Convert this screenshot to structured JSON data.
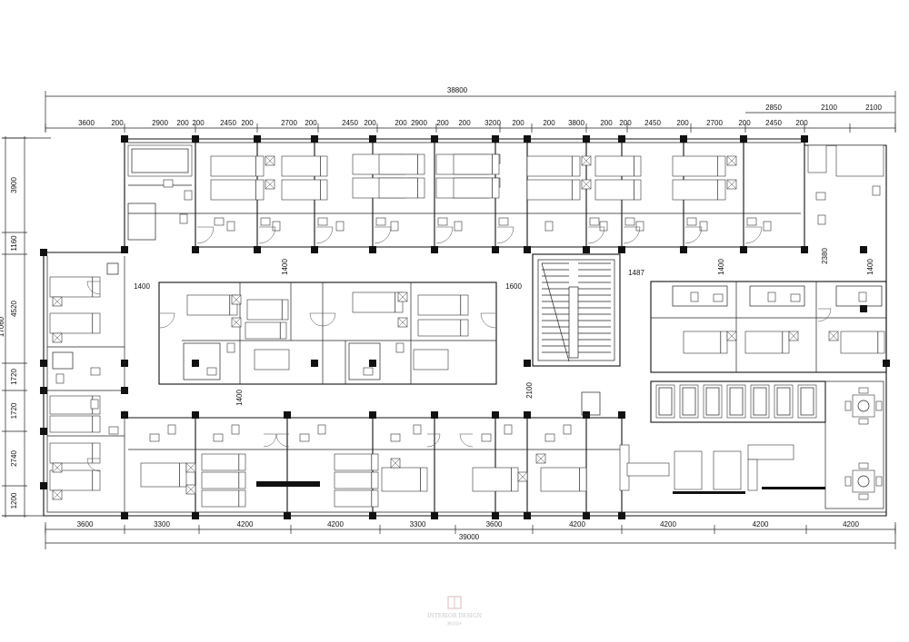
{
  "top_overall": "38800",
  "top_dims_row1": [
    "3600",
    "200",
    "2900",
    "200",
    "200",
    "2450",
    "200",
    "2700",
    "200",
    "2450",
    "200",
    "200",
    "2900",
    "200",
    "200",
    "3200",
    "200",
    "200",
    "3800",
    "200",
    "200",
    "2450",
    "200",
    "2700",
    "200",
    "2450",
    "200"
  ],
  "top_dims_row0": [
    "2850",
    "2100",
    "2100"
  ],
  "bottom_dims": [
    "3600",
    "3300",
    "4200",
    "4200",
    "3300",
    "3600",
    "4200",
    "4200",
    "4200",
    "4200"
  ],
  "bottom_overall": "39000",
  "left_dims": [
    "3900",
    "1160",
    "4520",
    "1720",
    "1720",
    "2740",
    "1200"
  ],
  "left_overall": "17060",
  "interior_dims": {
    "d1400_a": "1400",
    "d1400_b": "1400",
    "d1600": "1600",
    "d1487": "1487",
    "d1400_c": "1400",
    "d2380": "2380",
    "d1400_d": "1400",
    "d1400_e": "1400",
    "d2100": "2100"
  },
  "watermark": {
    "title": "INTERIOR DESIGN",
    "sub": "源点设计"
  }
}
